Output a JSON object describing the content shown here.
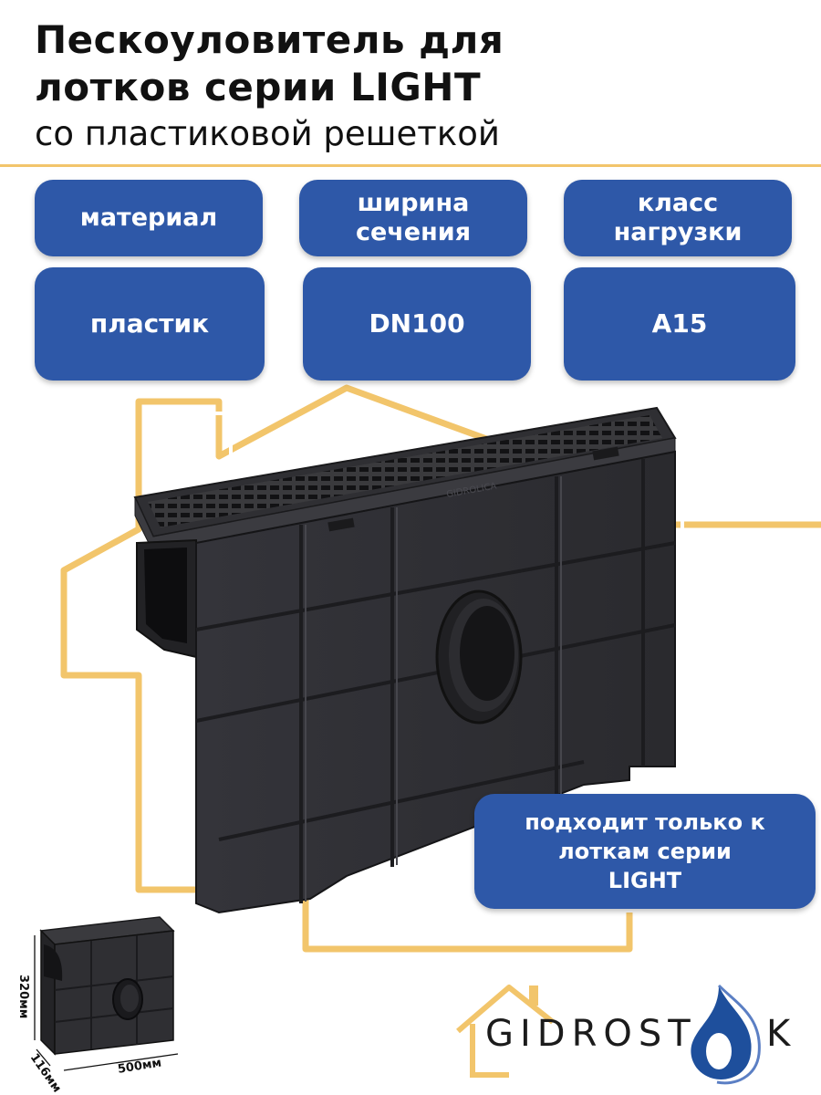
{
  "title": {
    "line1": "Пескоуловитель для",
    "line2": "лотков серии LIGHT",
    "line3": "со пластиковой решеткой"
  },
  "specs": [
    {
      "label_lines": [
        "материал"
      ],
      "value": "пластик"
    },
    {
      "label_lines": [
        "ширина",
        "сечения"
      ],
      "value": "DN100"
    },
    {
      "label_lines": [
        "класс",
        "нагрузки"
      ],
      "value": "A15"
    }
  ],
  "product": {
    "grate_mark": "GIDROLICA"
  },
  "note": {
    "lines": [
      "подходит только к",
      "лоткам серии",
      "LIGHT"
    ]
  },
  "dimensions": {
    "height": "320мм",
    "width": "116мм",
    "length": "500мм"
  },
  "logo": {
    "text_left": "GIDROST",
    "text_right": "K"
  },
  "colors": {
    "brand_blue": "#2e58a8",
    "accent_gold": "#f2c56b",
    "product_dark": "#2b2b2e",
    "drop_blue": "#1e4f9c"
  }
}
